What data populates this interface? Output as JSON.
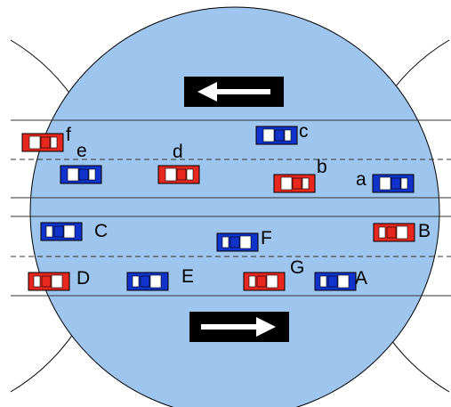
{
  "colors": {
    "circle_fill": "#9ec5ee",
    "circle_stroke": "#000000",
    "road_line": "#333333",
    "red_car": "#e8281f",
    "blue_car": "#1133cc",
    "window": "#ffffff",
    "arrow_box": "#000000",
    "arrow": "#ffffff"
  },
  "arrows": {
    "top": {
      "direction": "left",
      "icon": "arrow-left-icon"
    },
    "bottom": {
      "direction": "right",
      "icon": "arrow-right-icon"
    }
  },
  "vehicles": [
    {
      "label": "f",
      "color": "red",
      "facing": "left"
    },
    {
      "label": "e",
      "color": "blue",
      "facing": "left"
    },
    {
      "label": "d",
      "color": "red",
      "facing": "left"
    },
    {
      "label": "c",
      "color": "blue",
      "facing": "left"
    },
    {
      "label": "b",
      "color": "red",
      "facing": "left"
    },
    {
      "label": "a",
      "color": "blue",
      "facing": "left"
    },
    {
      "label": "C",
      "color": "blue",
      "facing": "right"
    },
    {
      "label": "B",
      "color": "red",
      "facing": "right"
    },
    {
      "label": "F",
      "color": "blue",
      "facing": "right"
    },
    {
      "label": "D",
      "color": "red",
      "facing": "right"
    },
    {
      "label": "E",
      "color": "blue",
      "facing": "right"
    },
    {
      "label": "G",
      "color": "red",
      "facing": "right"
    },
    {
      "label": "A",
      "color": "blue",
      "facing": "right"
    }
  ]
}
